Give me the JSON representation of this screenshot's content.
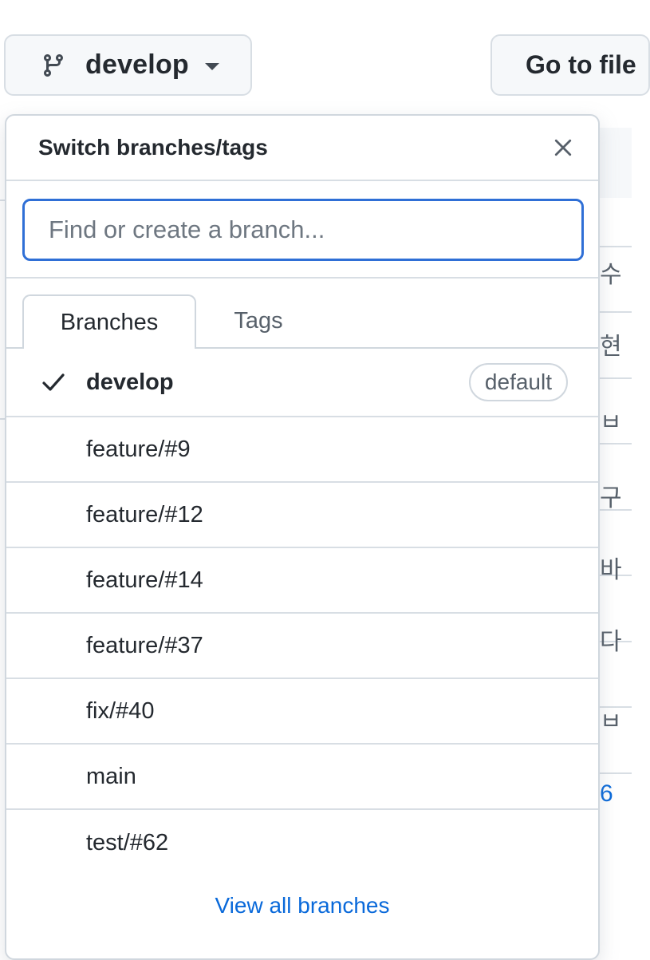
{
  "branch_button": {
    "label": "develop"
  },
  "goto_button": {
    "label": "Go to file"
  },
  "dropdown": {
    "title": "Switch branches/tags",
    "filter_placeholder": "Find or create a branch...",
    "tabs": [
      {
        "label": "Branches",
        "selected": true
      },
      {
        "label": "Tags",
        "selected": false
      }
    ],
    "current_branch": {
      "name": "develop",
      "badge": "default"
    },
    "branches": [
      "feature/#9",
      "feature/#12",
      "feature/#14",
      "feature/#37",
      "fix/#40",
      "main",
      "test/#62"
    ],
    "view_all_label": "View all branches"
  },
  "background": {
    "right_glyphs": [
      "수",
      "현",
      "ㅂ",
      "구",
      "바",
      "다",
      "ㅂ",
      "6"
    ]
  },
  "colors": {
    "accent": "#2f6fd6",
    "link": "#0969da",
    "border": "#d0d7de",
    "button_bg": "#f6f8fa"
  }
}
